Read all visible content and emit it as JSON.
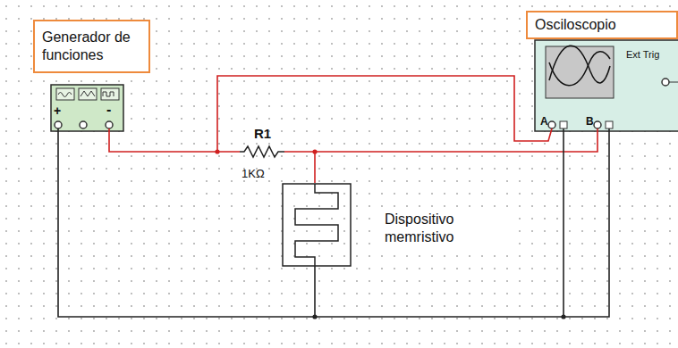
{
  "diagram": {
    "nodes": [
      {
        "text": [
          "Generador de funciones"
        ]
      },
      {
        "text": [
          "Osciloscopio"
        ]
      }
    ],
    "labels": [
      "R1",
      "1KΩ",
      "Dispositivo memristivo",
      "+",
      "-",
      "A",
      "B",
      "Ext Trig"
    ]
  }
}
